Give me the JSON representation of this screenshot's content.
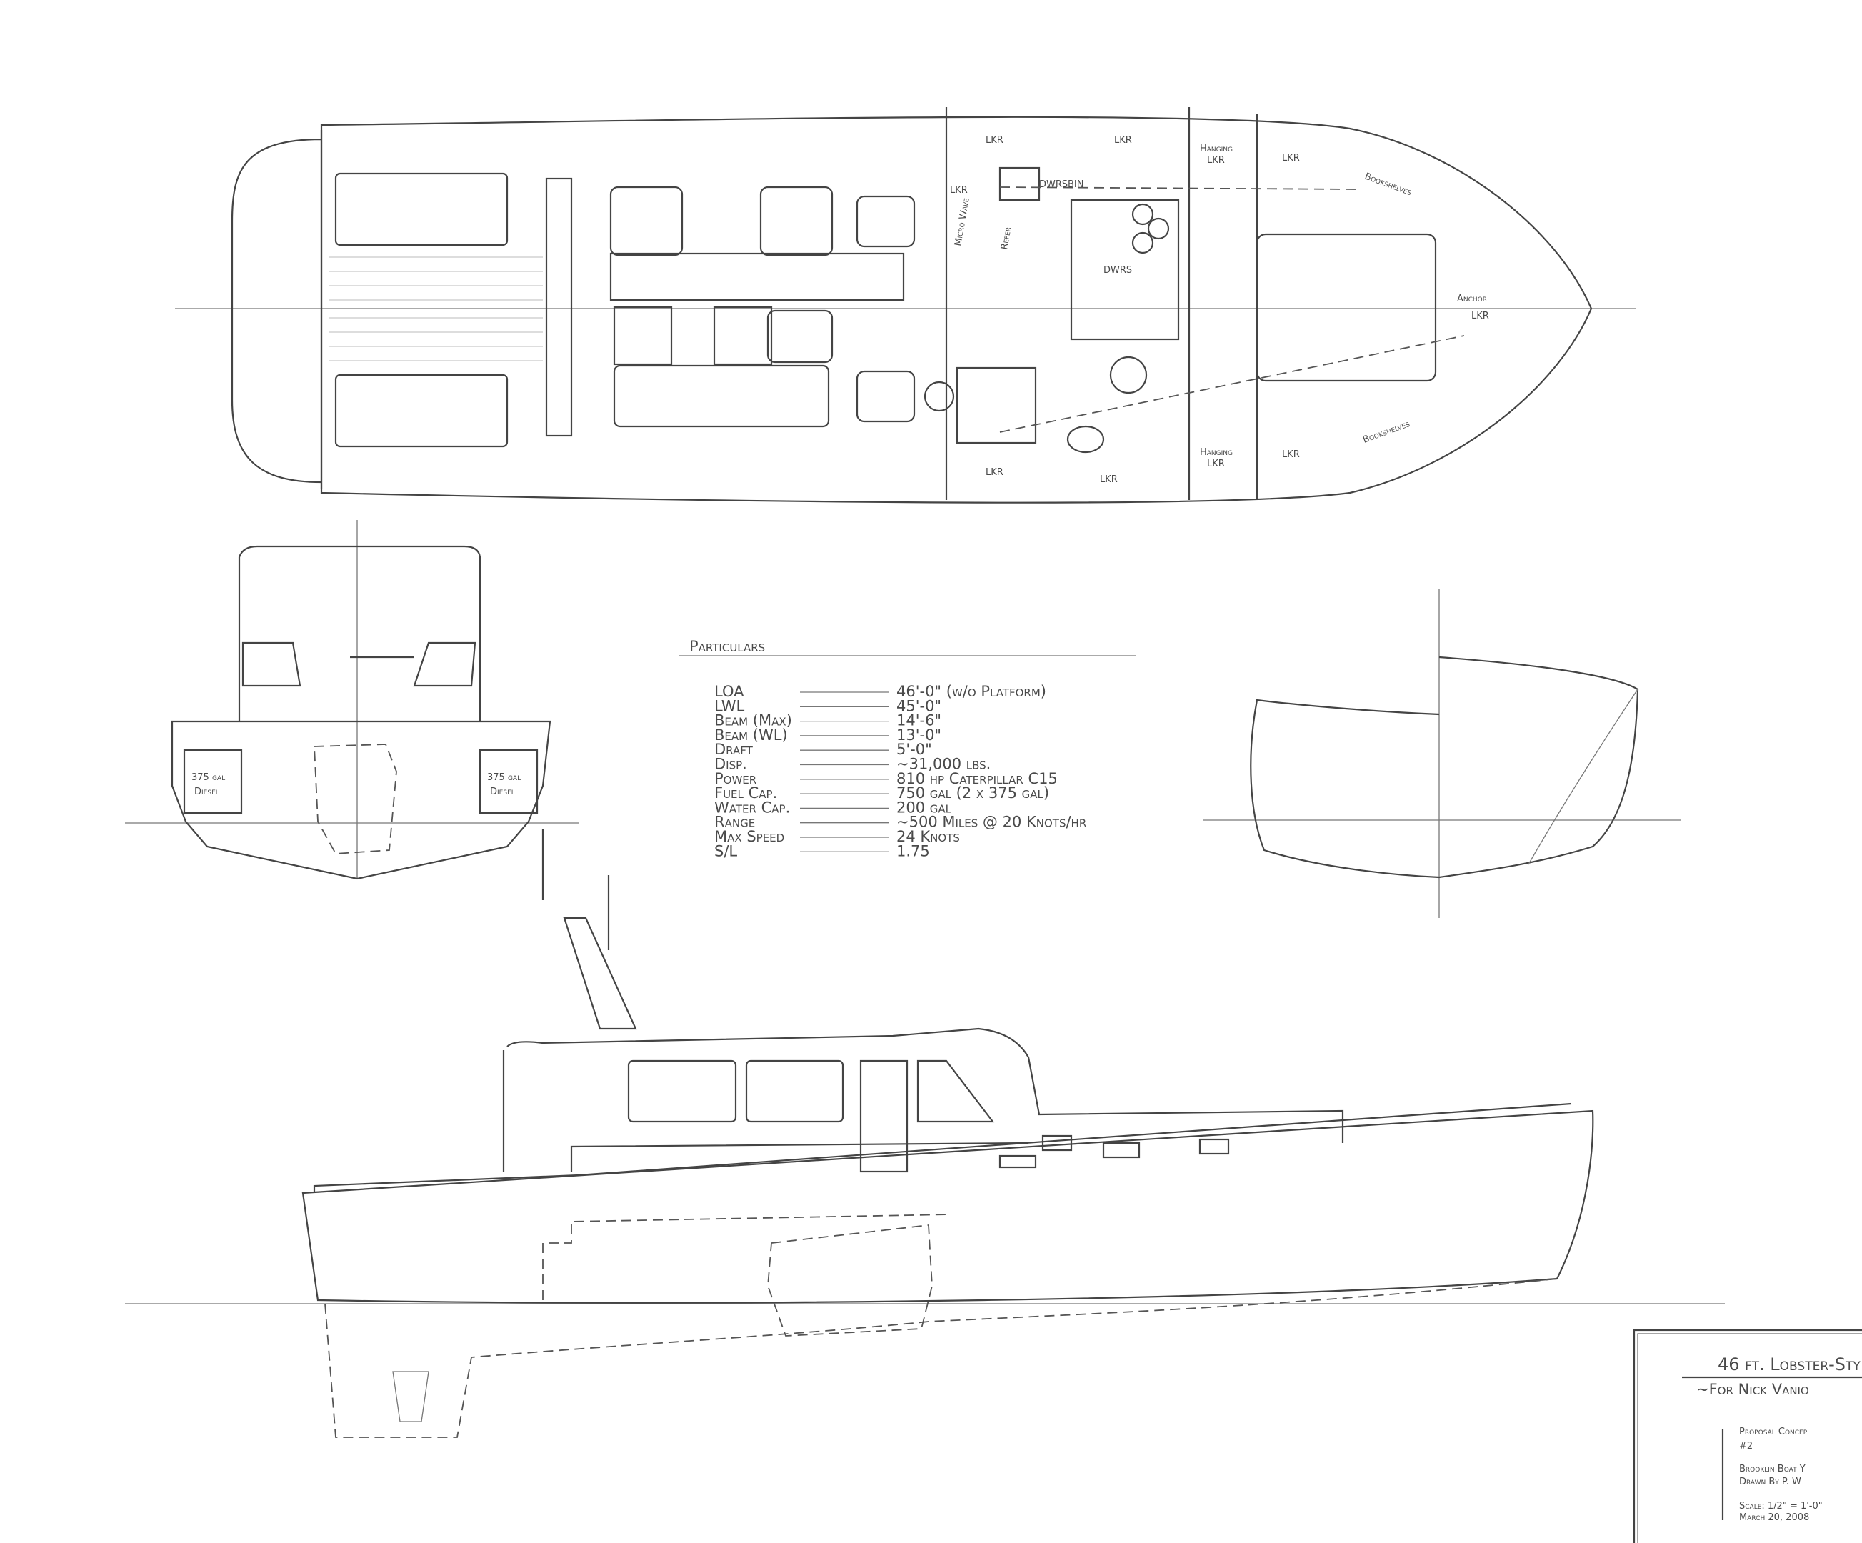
{
  "plan_view": {
    "labels": {
      "lkr": "LKR",
      "hanging_lkr_line1": "Hanging",
      "hanging_lkr_line2": "LKR",
      "dwrs": "DWRS",
      "bin": "BIN",
      "microwave": "Micro Wave",
      "refer": "Refer",
      "bookshelves": "Bookshelves",
      "anchor_lkr_line1": "Anchor",
      "anchor_lkr_line2": "LKR"
    }
  },
  "section_view": {
    "tank_port": {
      "line1": "375 gal",
      "line2": "Diesel"
    },
    "tank_stbd": {
      "line1": "375 gal",
      "line2": "Diesel"
    }
  },
  "particulars": {
    "heading": "Particulars",
    "rows": [
      {
        "label": "LOA",
        "value": "46'-0\" (w/o Platform)"
      },
      {
        "label": "LWL",
        "value": "45'-0\""
      },
      {
        "label": "Beam (Max)",
        "value": "14'-6\""
      },
      {
        "label": "Beam (WL)",
        "value": "13'-0\""
      },
      {
        "label": "Draft",
        "value": "5'-0\""
      },
      {
        "label": "Disp.",
        "value": "~31,000 lbs."
      },
      {
        "label": "Power",
        "value": "810 hp Caterpillar C15"
      },
      {
        "label": "Fuel Cap.",
        "value": "750 gal (2 x 375 gal)"
      },
      {
        "label": "Water Cap.",
        "value": "200 gal"
      },
      {
        "label": "Range",
        "value": "~500 Miles @ 20 Knots/hr"
      },
      {
        "label": "Max Speed",
        "value": "24 Knots"
      },
      {
        "label": "S/L",
        "value": "1.75"
      }
    ]
  },
  "title_block": {
    "title": "46 ft. Lobster-Sty",
    "subtitle": "~For Nick Vanio",
    "proposal": "Proposal Concep",
    "proposal_no": "#2",
    "yard": "Brooklin Boat Y",
    "drawn_by": "Drawn By P. W",
    "scale": "Scale: 1/2\" = 1'-0\"",
    "date": "March 20, 2008"
  }
}
